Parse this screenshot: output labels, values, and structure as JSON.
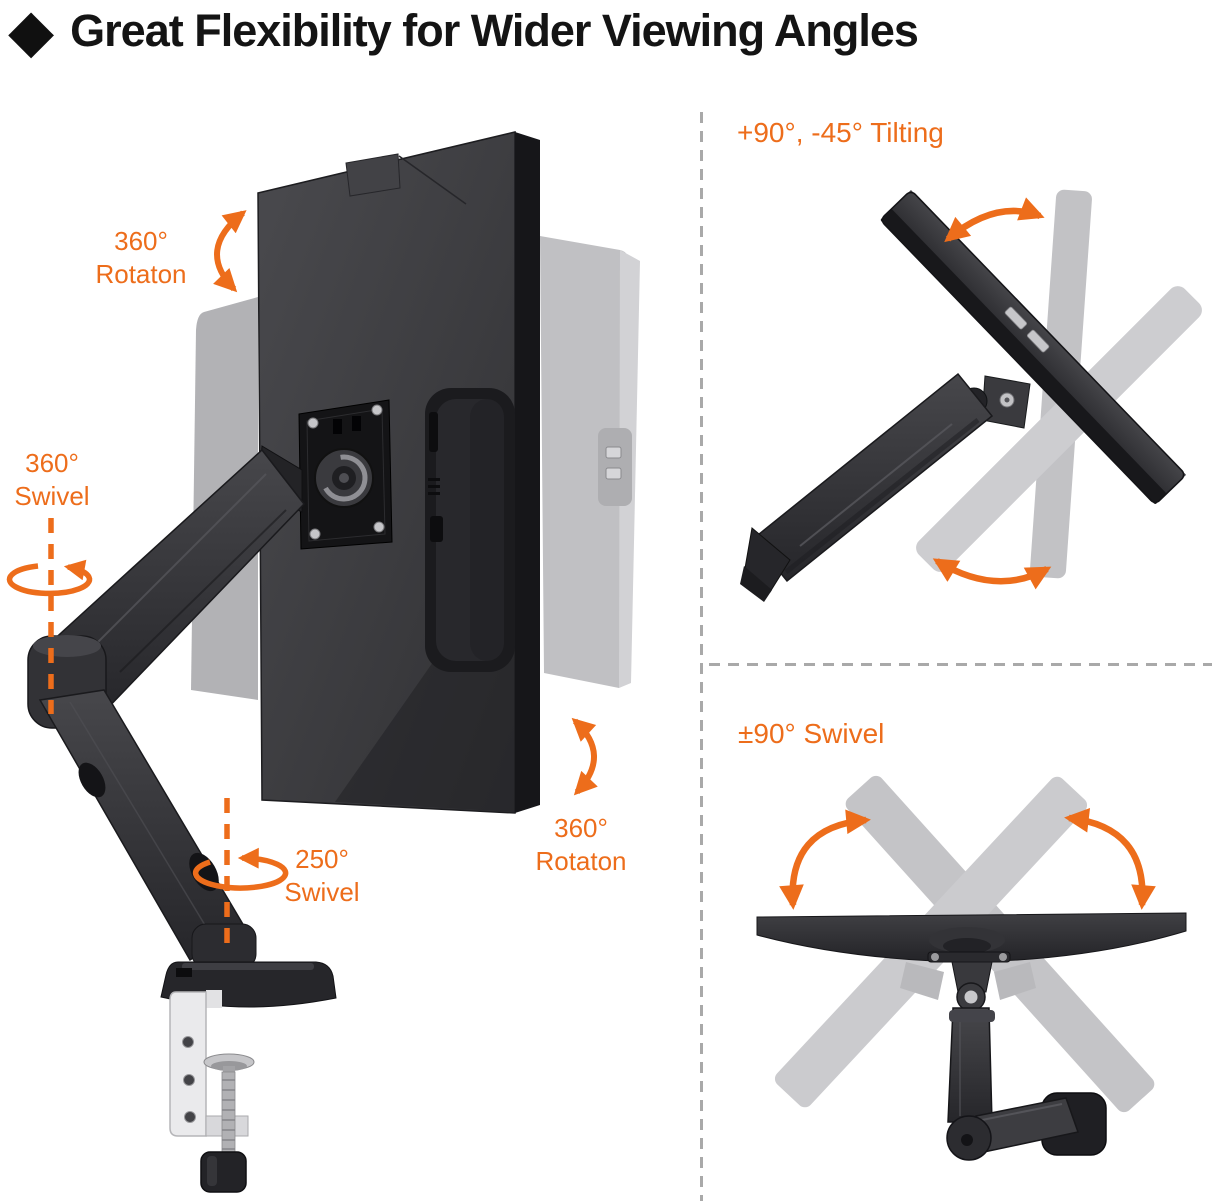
{
  "header": {
    "bullet": "◆",
    "title": "Great Flexibility for Wider Viewing Angles"
  },
  "panels": {
    "main": {
      "annotations": {
        "rotation_top": {
          "value": "360°",
          "label": "Rotaton"
        },
        "swivel_left": {
          "value": "360°",
          "label": "Swivel"
        },
        "swivel_mid": {
          "value": "250°",
          "label": "Swivel"
        },
        "rotation_bottom": {
          "value": "360°",
          "label": "Rotaton"
        }
      }
    },
    "tilt": {
      "label": "+90°, -45° Tilting"
    },
    "swivel": {
      "label": "±90° Swivel"
    }
  },
  "colors": {
    "accent_orange": "#ED6D1B",
    "title_black": "#141414",
    "monitor_dark": "#333336",
    "ghost_gray": "#C2C2C5",
    "divider_gray": "#A9A9A9",
    "clamp_white": "#EAEAEC"
  }
}
